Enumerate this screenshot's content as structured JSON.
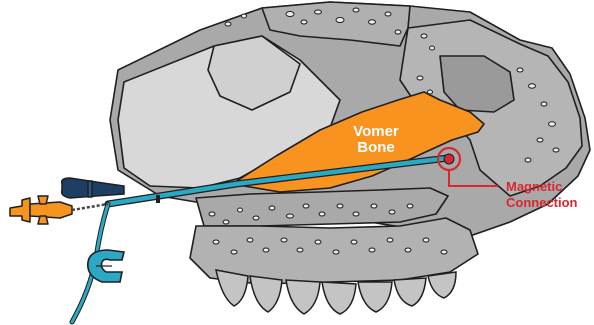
{
  "labels": {
    "vomer_line1": "Vomer",
    "vomer_line2": "Bone",
    "magnetic_line1": "Magnetic",
    "magnetic_line2": "Connection"
  },
  "colors": {
    "bone_gray": "#a9a9a9",
    "bone_light": "#d4d4d4",
    "outline": "#1f1f1f",
    "vomer_orange": "#f7931e",
    "catheter_blue": "#2ba8c4",
    "connector_navy": "#1c3f63",
    "syringe_orange": "#f7941d",
    "magnet_red": "#d7282f",
    "label_white": "#ffffff",
    "label_red": "#d7282f"
  },
  "icons": {
    "clip": "c-shaped-clip-icon",
    "syringe": "syringe-icon",
    "magnet": "magnet-target-icon"
  }
}
